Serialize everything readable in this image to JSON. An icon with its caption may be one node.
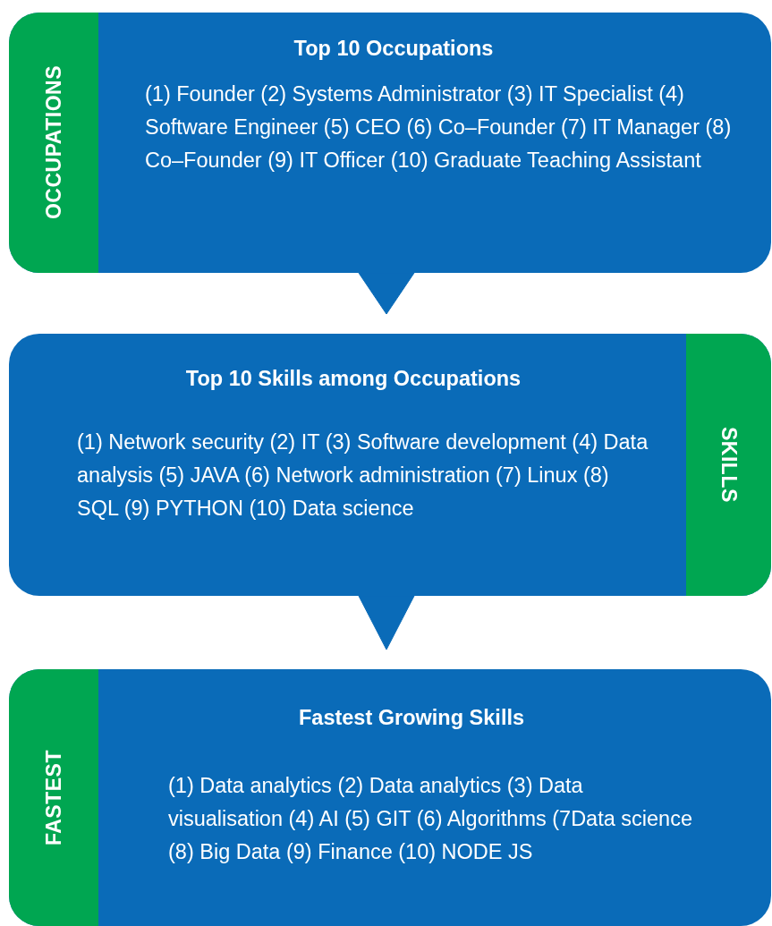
{
  "diagram": {
    "nodes": [
      {
        "text": [
          "Top 10 Occupations",
          "(1) Founder (2) Systems Administrator (3) IT Specialist (4) Software Engineer (5) CEO (6) Co–Founder (7) IT Manager (8) Co–Founder (9) IT Officer (10) Graduate Teaching Assistant"
        ]
      },
      {
        "text": [
          "OCCUPATIONS"
        ],
        "in": 0
      },
      {
        "text": [
          "Top 10 Skills among Occupations",
          "(1) Network security (2) IT (3) Software development (4) Data analysis (5) JAVA (6) Network administration (7) Linux (8) SQL (9) PYTHON (10) Data science"
        ]
      },
      {
        "text": [
          "SKILLS"
        ],
        "in": 2
      },
      {
        "text": [
          "Fastest Growing Skills",
          "(1) Data analytics (2) Data analytics (3) Data visualisation (4) AI (5) GIT (6) Algorithms (7Data science (8) Big Data (9) Finance (10) NODE JS"
        ]
      },
      {
        "text": [
          "FASTEST"
        ],
        "in": 4
      }
    ],
    "edges": [
      {
        "from": 0,
        "to": 2,
        "arrow": "to"
      },
      {
        "from": 2,
        "to": 4,
        "arrow": "to"
      }
    ]
  }
}
